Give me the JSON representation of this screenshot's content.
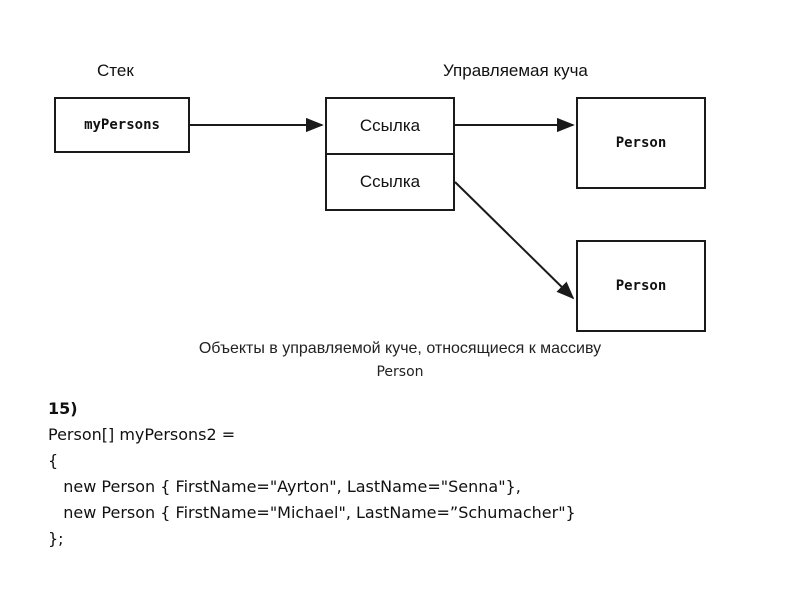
{
  "diagram": {
    "stack_label": "Стек",
    "heap_label": "Управляемая куча",
    "stack_var": "myPersons",
    "ref_1": "Ссылка",
    "ref_2": "Ссылка",
    "object_1": "Person",
    "object_2": "Person"
  },
  "caption": {
    "line1": "Объекты в управляемой куче, относящиеся к массиву",
    "line2": "Person"
  },
  "code": {
    "number": "15)",
    "lines": [
      "Person[] myPersons2 =",
      "{",
      "   new Person { FirstName=\"Ayrton\", LastName=\"Senna\"},",
      "   new Person { FirstName=\"Michael\", LastName=”Schumacher\"}",
      "};"
    ]
  }
}
